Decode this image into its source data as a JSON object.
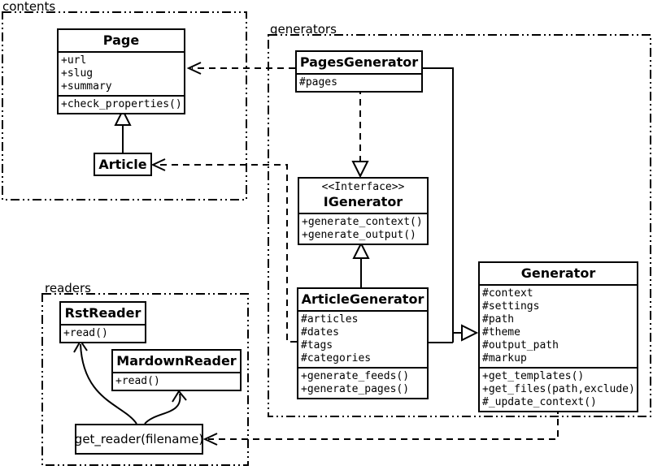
{
  "diagram": {
    "packages": [
      {
        "id": "contents",
        "label": "contents"
      },
      {
        "id": "generators",
        "label": "generators"
      },
      {
        "id": "readers",
        "label": "readers"
      }
    ],
    "classes": {
      "page": {
        "name": "Page",
        "attributes": [
          "+url",
          "+slug",
          "+summary"
        ],
        "methods": [
          "+check_properties()"
        ]
      },
      "article": {
        "name": "Article"
      },
      "pages_generator": {
        "name": "PagesGenerator",
        "attributes": [
          "#pages"
        ]
      },
      "igenerator": {
        "stereotype": "<<Interface>>",
        "name": "IGenerator",
        "methods": [
          "+generate_context()",
          "+generate_output()"
        ]
      },
      "article_generator": {
        "name": "ArticleGenerator",
        "attributes": [
          "#articles",
          "#dates",
          "#tags",
          "#categories"
        ],
        "methods": [
          "+generate_feeds()",
          "+generate_pages()"
        ]
      },
      "generator": {
        "name": "Generator",
        "attributes": [
          "#context",
          "#settings",
          "#path",
          "#theme",
          "#output_path",
          "#markup"
        ],
        "methods": [
          "+get_templates()",
          "+get_files(path,exclude)",
          "#_update_context()"
        ]
      },
      "rst_reader": {
        "name": "RstReader",
        "methods": [
          "+read()"
        ]
      },
      "mardown_reader": {
        "name": "MardownReader",
        "methods": [
          "+read()"
        ]
      },
      "get_reader": {
        "name": "get_reader(filename)"
      }
    },
    "relationships": [
      {
        "from": "Article",
        "to": "Page",
        "type": "inheritance"
      },
      {
        "from": "PagesGenerator",
        "to": "Page",
        "type": "dependency"
      },
      {
        "from": "ArticleGenerator",
        "to": "Article",
        "type": "dependency"
      },
      {
        "from": "PagesGenerator",
        "to": "IGenerator",
        "type": "realization"
      },
      {
        "from": "ArticleGenerator",
        "to": "IGenerator",
        "type": "inheritance"
      },
      {
        "from": "PagesGenerator",
        "to": "Generator",
        "type": "inheritance"
      },
      {
        "from": "ArticleGenerator",
        "to": "Generator",
        "type": "inheritance"
      },
      {
        "from": "get_reader(filename)",
        "to": "RstReader",
        "type": "arrow"
      },
      {
        "from": "get_reader(filename)",
        "to": "MardownReader",
        "type": "arrow"
      },
      {
        "from": "Generator",
        "to": "get_reader(filename)",
        "type": "dependency"
      }
    ],
    "colors": {
      "line": "#000000",
      "background": "#ffffff"
    }
  }
}
